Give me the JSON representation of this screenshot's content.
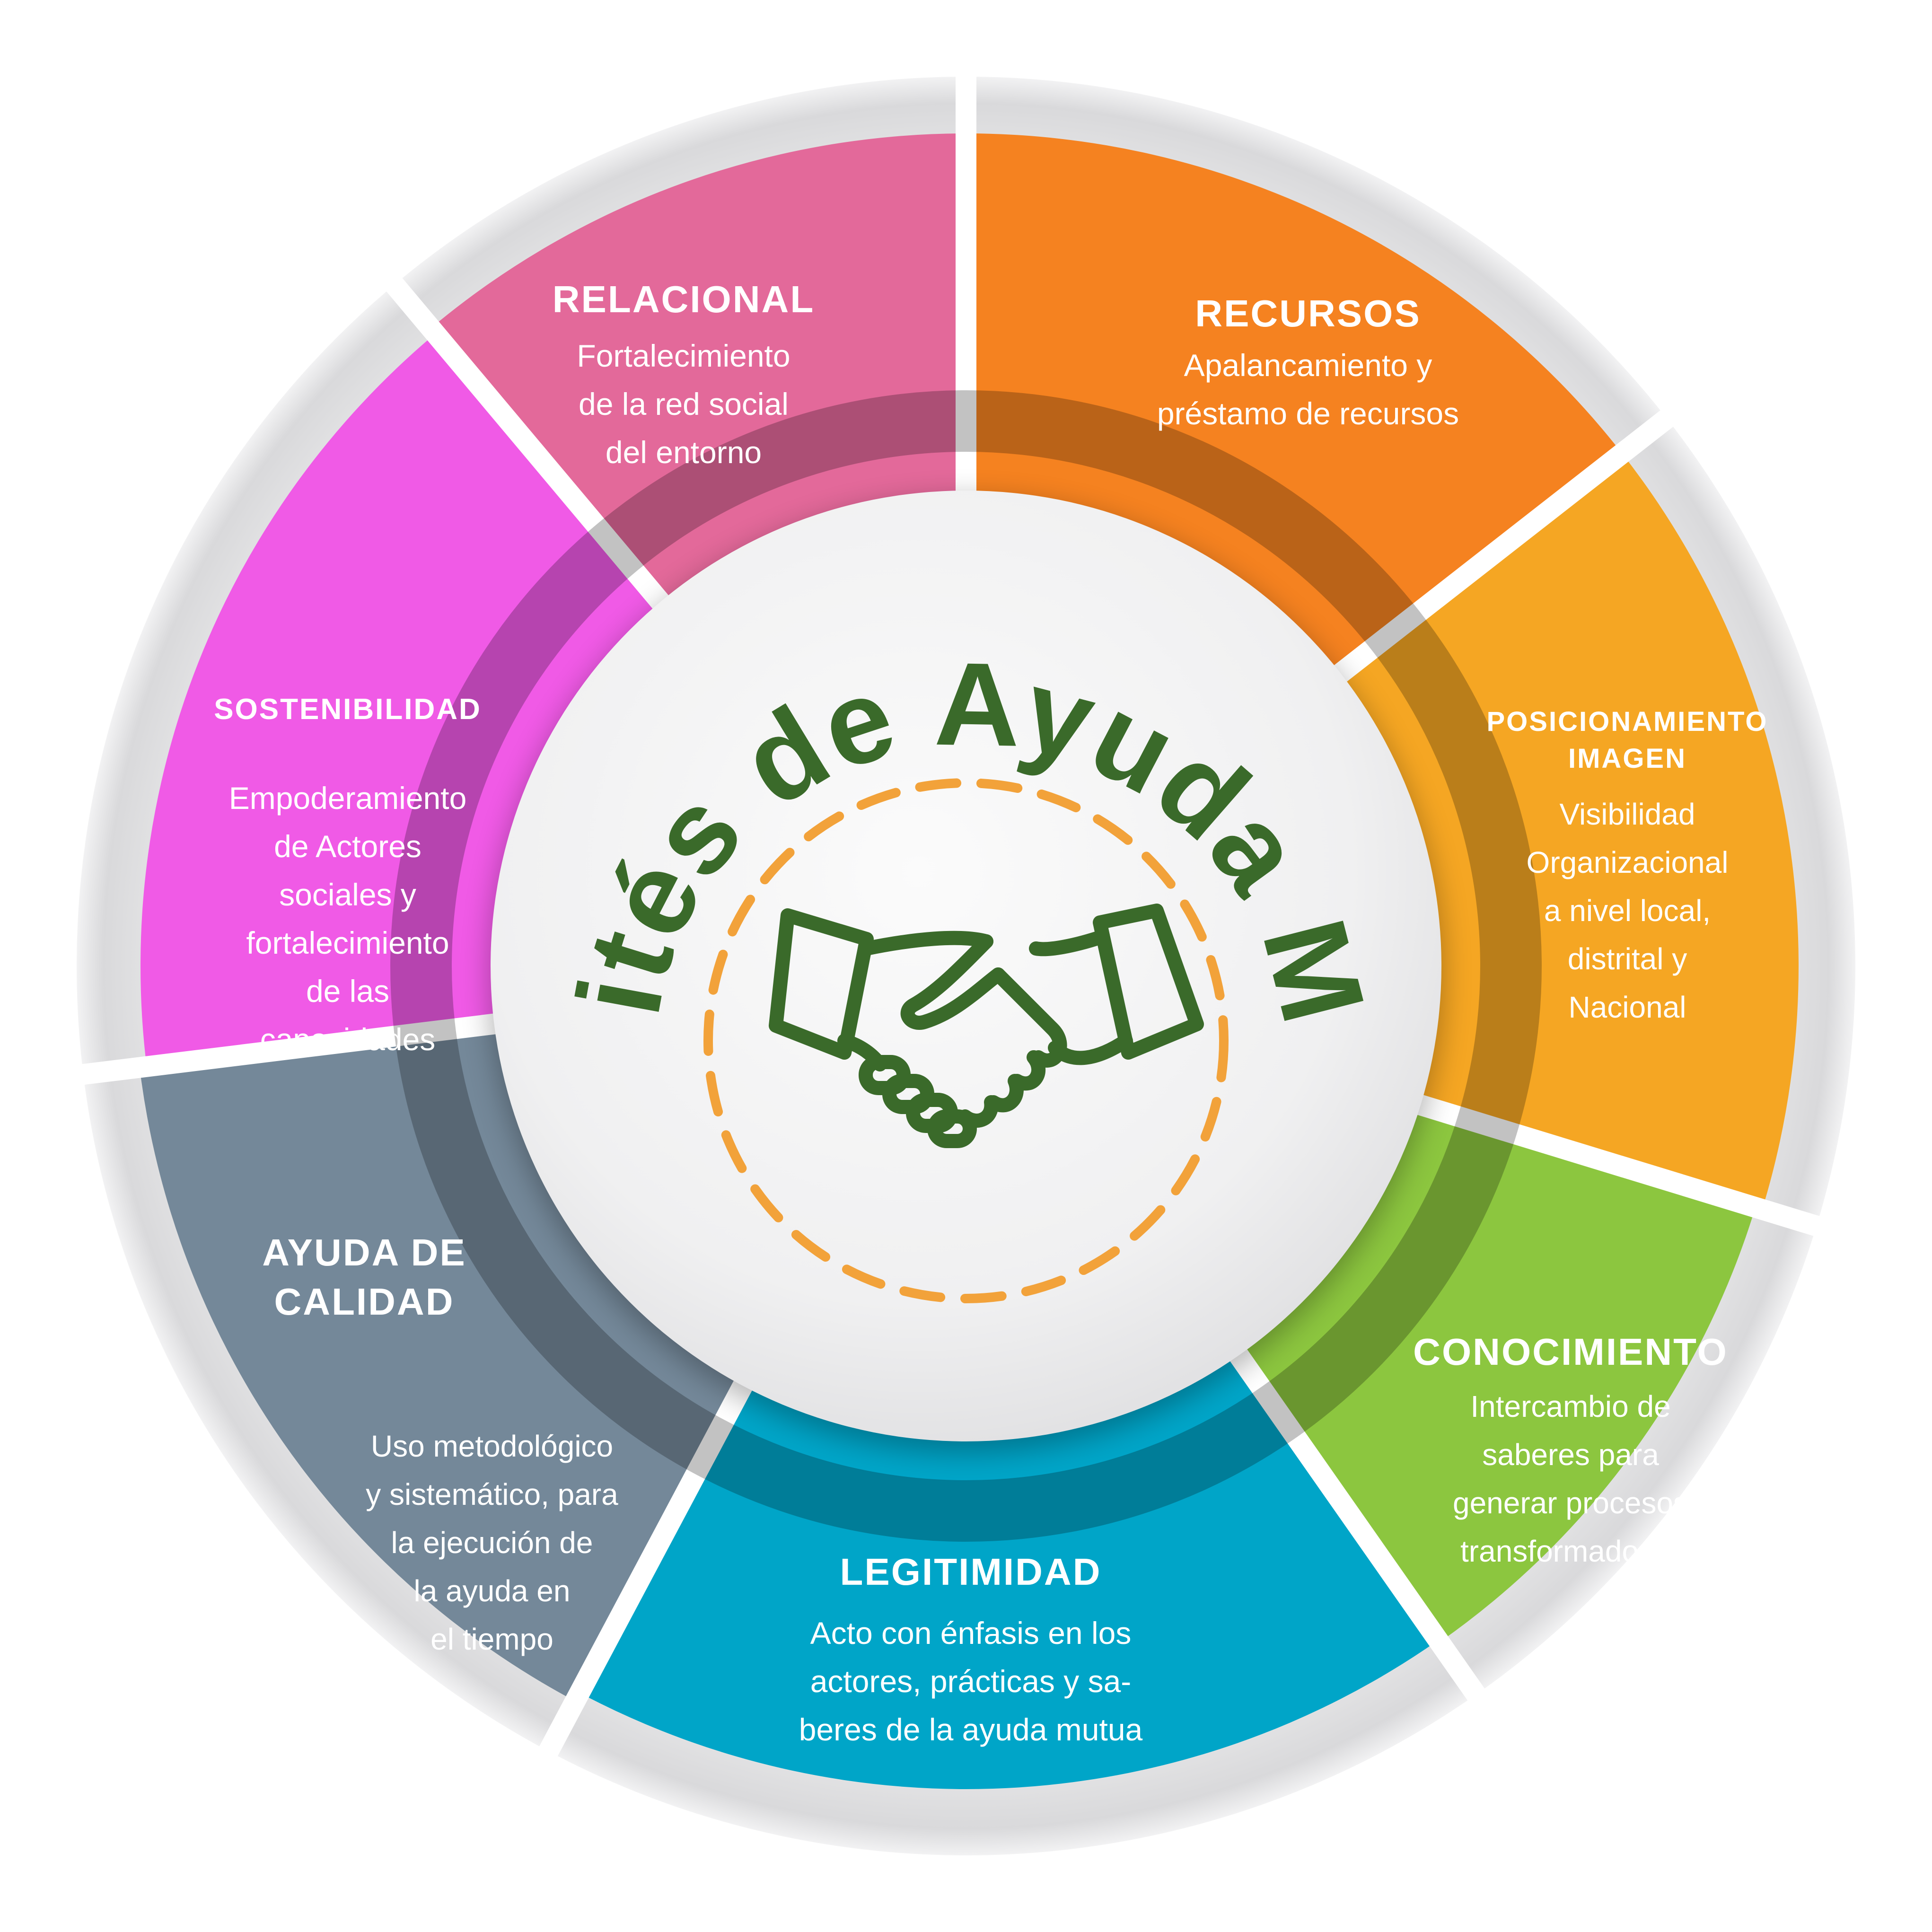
{
  "center": {
    "title": "Comités de Ayuda Mutua",
    "icon": "handshake-icon",
    "title_color": "#3a6a2a",
    "dash_color": "#f2a23a"
  },
  "segments": [
    {
      "key": "relacional",
      "title": [
        "RELACIONAL"
      ],
      "body": [
        "Fortalecimiento",
        "de la red social",
        "del entorno"
      ],
      "color": "#f58220"
    },
    {
      "key": "recursos",
      "title": [
        "RECURSOS"
      ],
      "body": [
        "Apalancamiento y",
        "préstamo de recursos"
      ],
      "color": "#f5a623"
    },
    {
      "key": "posicionamiento",
      "title": [
        "POSICIONAMIENTO",
        "IMAGEN"
      ],
      "body": [
        "Visibilidad",
        "Organizacional",
        "a nivel local,",
        "distrital y",
        "Nacional"
      ],
      "color": "#8cc63f"
    },
    {
      "key": "conocimiento",
      "title": [
        "CONOCIMIENTO"
      ],
      "body": [
        "Intercambio de",
        "saberes para",
        "generar procesos",
        "transformadores"
      ],
      "color": "#00a5c8"
    },
    {
      "key": "legitimidad",
      "title": [
        "LEGITIMIDAD"
      ],
      "body": [
        "Acto con énfasis en los",
        "actores, prácticas y sa-",
        "beres de la ayuda mutua"
      ],
      "color": "#748899"
    },
    {
      "key": "ayuda-calidad",
      "title": [
        "AYUDA DE",
        "CALIDAD"
      ],
      "body": [
        "Uso metodológico",
        "y sistemático, para",
        "la ejecución de",
        "la ayuda en",
        "el tiempo"
      ],
      "color": "#f05ae6"
    },
    {
      "key": "sostenibilidad",
      "title": [
        "SOSTENIBILIDAD"
      ],
      "body": [
        "Empoderamiento",
        "de Actores",
        "sociales y",
        "fortalecimiento",
        "de las",
        "capacidades"
      ],
      "color": "#e3699a"
    }
  ]
}
